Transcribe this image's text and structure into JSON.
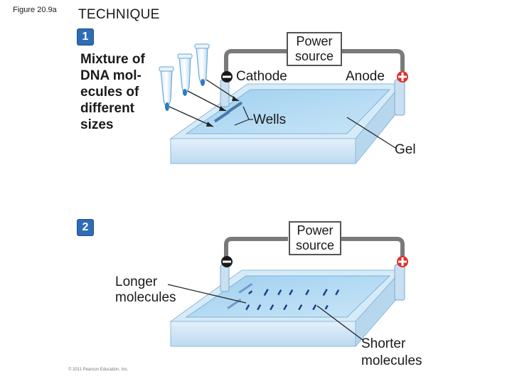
{
  "figure_label": "Figure 20.9a",
  "heading": "TECHNIQUE",
  "step1": {
    "number": "1",
    "mixture_label": "Mixture of DNA mol- ecules of different sizes",
    "mixture_lines": [
      "Mixture of",
      "DNA mol-",
      "ecules of",
      "different",
      "sizes"
    ],
    "power_source": [
      "Power",
      "source"
    ],
    "cathode": "Cathode",
    "anode": "Anode",
    "wells": "Wells",
    "gel": "Gel"
  },
  "step2": {
    "number": "2",
    "power_source": [
      "Power",
      "source"
    ],
    "longer": [
      "Longer",
      "molecules"
    ],
    "shorter": [
      "Shorter",
      "molecules"
    ]
  },
  "copyright": "© 2011 Pearson Education, Inc.",
  "colors": {
    "gel_blue": "#a9d3ef",
    "tray_blue": "#cfe6f6",
    "step_badge": "#2e6db4",
    "anode_plus": "#e0302c",
    "cathode_minus": "#1a1a1a",
    "wire": "#777777"
  }
}
